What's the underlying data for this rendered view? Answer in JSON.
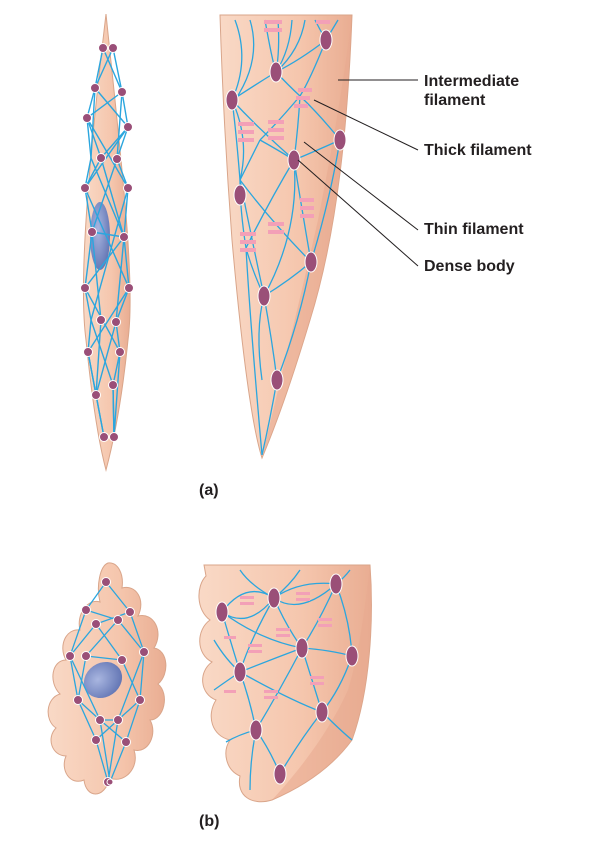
{
  "labels": {
    "intermediate_filament_line1": "Intermediate",
    "intermediate_filament_line2": "filament",
    "thick_filament": "Thick filament",
    "thin_filament": "Thin filament",
    "dense_body": "Dense body"
  },
  "panels": {
    "a": "(a)",
    "b": "(b)"
  },
  "colors": {
    "cell_fill": "#f6c9b0",
    "cell_stroke": "#d9a58a",
    "filament": "#2ba6de",
    "thick_filament": "#f3a0b7",
    "dense_body": "#9a4f78",
    "nucleus": "#7f92c8",
    "leader_line": "#231f20"
  }
}
